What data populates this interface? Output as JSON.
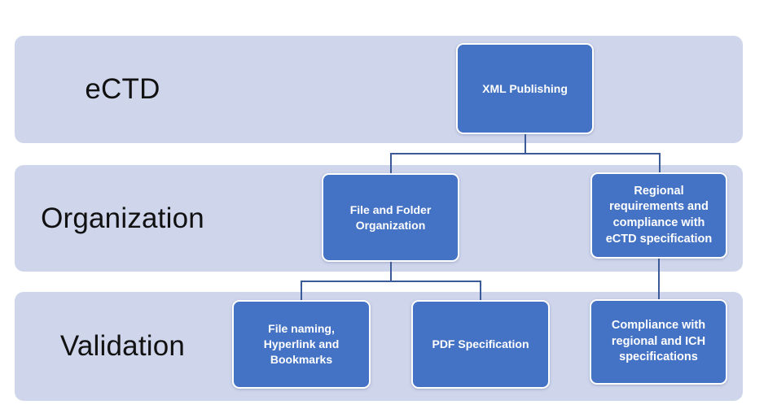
{
  "diagram": {
    "type": "hierarchy",
    "rows": [
      {
        "label": "eCTD",
        "nodes": [
          {
            "label": "XML Publishing"
          }
        ]
      },
      {
        "label": "Organization",
        "nodes": [
          {
            "label": "File and Folder\nOrganization"
          },
          {
            "label": "Regional\nrequirements  and\ncompliance with\neCTD specification"
          }
        ]
      },
      {
        "label": "Validation",
        "nodes": [
          {
            "label": "File naming,\nHyperlink and\nBookmarks"
          },
          {
            "label": "PDF Specification"
          },
          {
            "label": "Compliance with\nregional and ICH\nspecifications"
          }
        ]
      }
    ],
    "edges": [
      {
        "from": "XML Publishing",
        "to": "File and Folder Organization"
      },
      {
        "from": "XML Publishing",
        "to": "Regional requirements and compliance with eCTD specification"
      },
      {
        "from": "File and Folder Organization",
        "to": "File naming, Hyperlink and Bookmarks"
      },
      {
        "from": "File and Folder Organization",
        "to": "PDF Specification"
      },
      {
        "from": "Regional requirements and compliance with eCTD specification",
        "to": "Compliance with regional and ICH specifications"
      }
    ],
    "colors": {
      "background": "#FFFFFF",
      "band_fill": "#CFD5EB",
      "band_label_text": "#111111",
      "node_fill": "#4472C4",
      "node_border": "#FFFFFF",
      "node_text": "#FFFFFF",
      "connector": "#3B5B98"
    }
  }
}
